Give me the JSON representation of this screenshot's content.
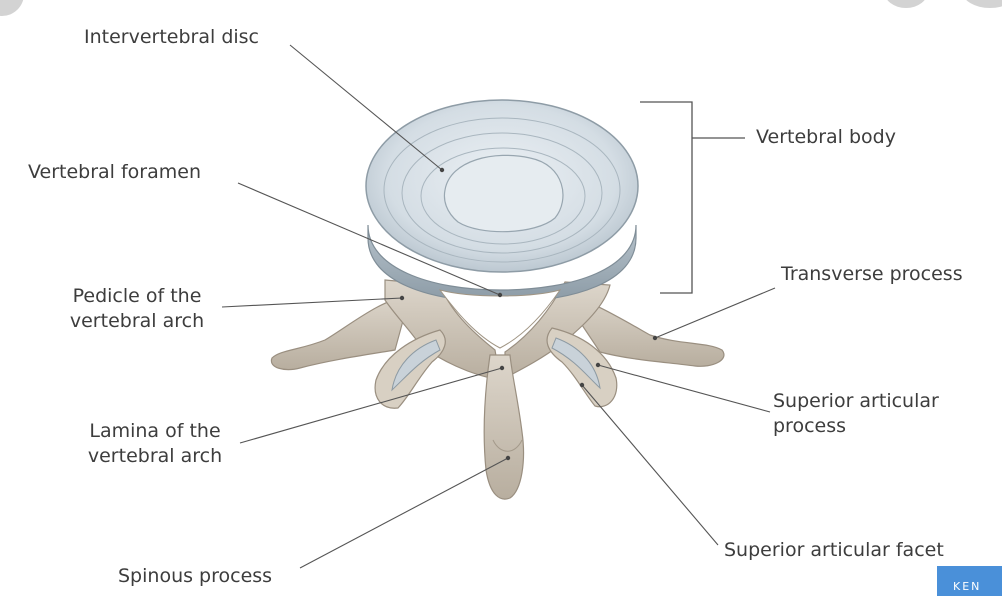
{
  "labels": {
    "intervertebral_disc": "Intervertebral disc",
    "vertebral_foramen": "Vertebral foramen",
    "pedicle_line1": "Pedicle of the",
    "pedicle_line2": "vertebral arch",
    "lamina_line1": "Lamina of the",
    "lamina_line2": "vertebral arch",
    "spinous_process": "Spinous process",
    "vertebral_body": "Vertebral body",
    "transverse_process": "Transverse process",
    "superior_articular_line1": "Superior articular",
    "superior_articular_line2": "process",
    "superior_articular_facet": "Superior articular facet"
  },
  "badge": {
    "text": "KEN"
  },
  "colors": {
    "disc": "#e3e9ee",
    "nucleus": "#dde4ea",
    "bone": "#cfc6b8",
    "leader": "#555555",
    "label_text": "#3d3d3d",
    "badge": "#4a90d9"
  },
  "icons": [
    "kenhub-badge"
  ]
}
